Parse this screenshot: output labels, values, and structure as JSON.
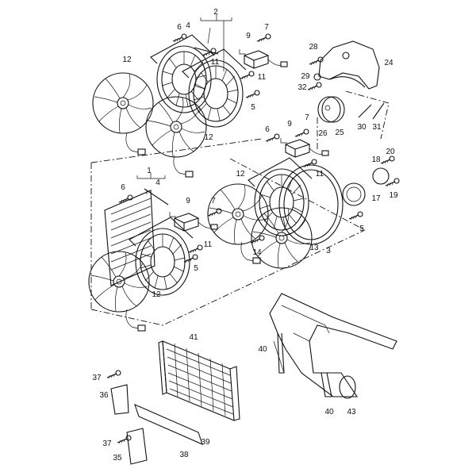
{
  "diagram": {
    "title": "Radiator fan assembly exploded view",
    "callouts": [
      "2",
      "4",
      "6",
      "7",
      "9",
      "11",
      "11",
      "5",
      "12",
      "12",
      "28",
      "24",
      "29",
      "32",
      "26",
      "25",
      "30",
      "31",
      "6",
      "9",
      "7",
      "11",
      "18",
      "20",
      "19",
      "17",
      "5",
      "3",
      "13",
      "14",
      "12",
      "1",
      "4",
      "6",
      "9",
      "7",
      "11",
      "5",
      "12",
      "41",
      "37",
      "36",
      "37",
      "35",
      "38",
      "39",
      "40",
      "40",
      "43"
    ]
  }
}
